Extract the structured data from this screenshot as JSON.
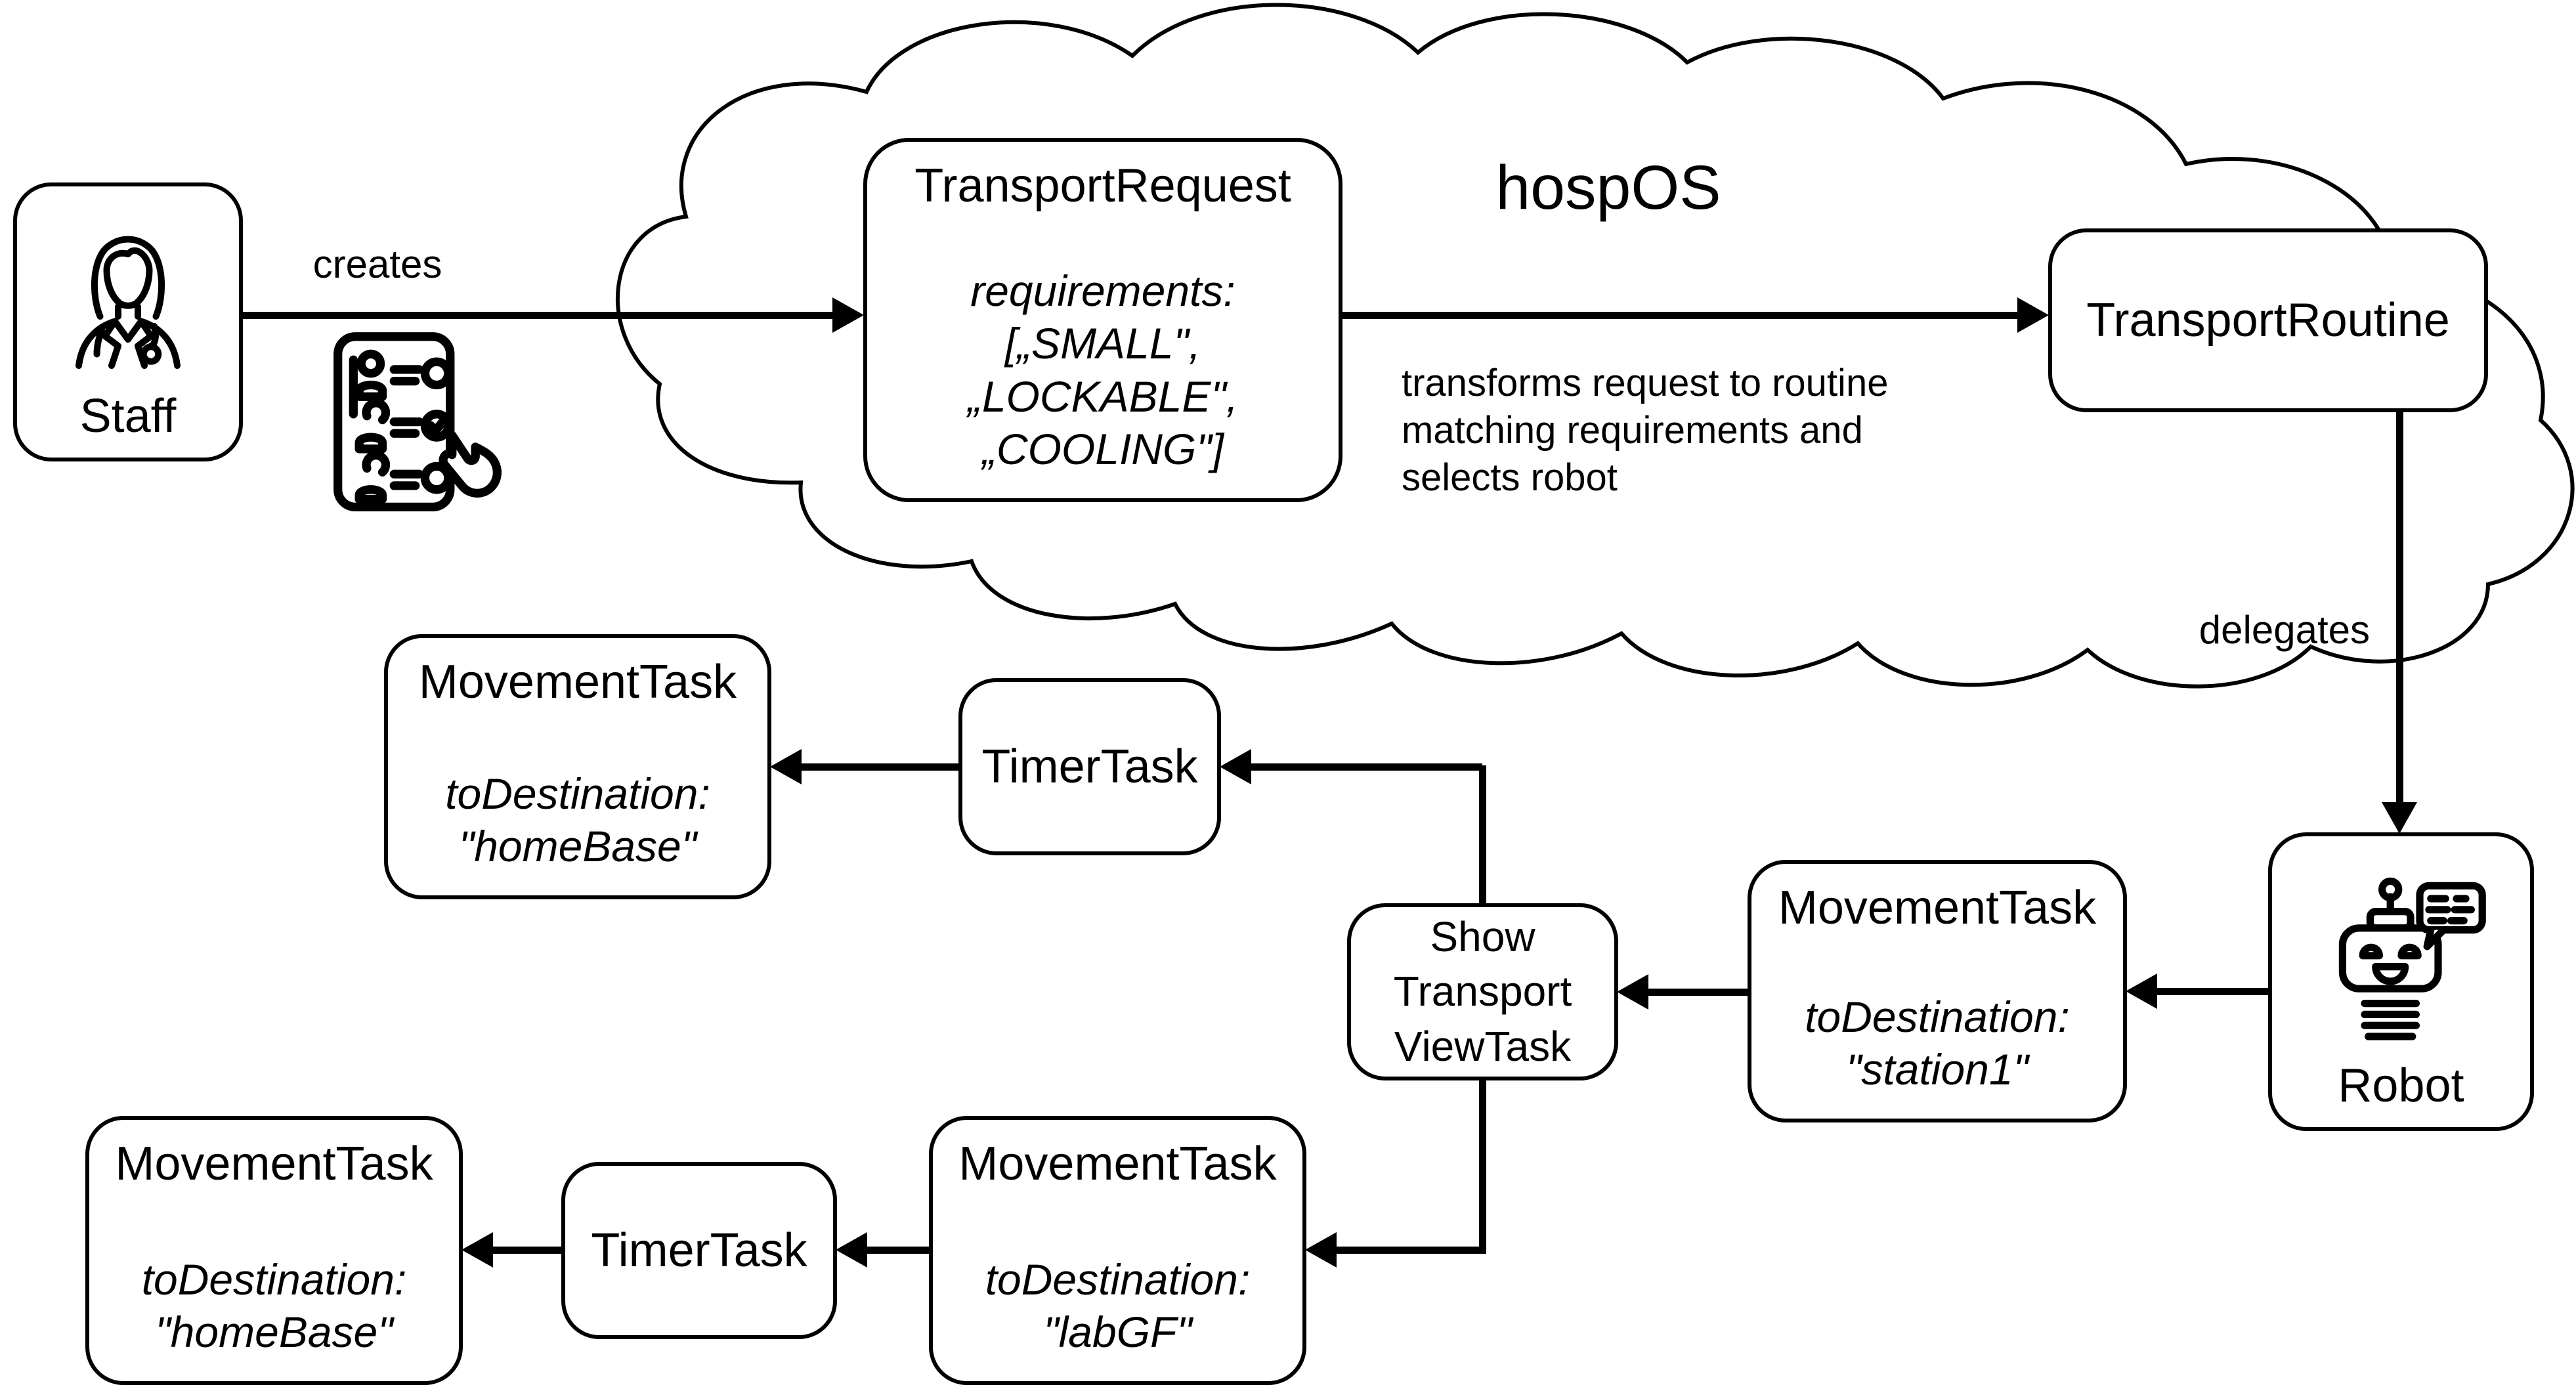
{
  "colors": {
    "ink": "#000000",
    "background": "#ffffff"
  },
  "diagram": {
    "cloud": {
      "label": "hospOS"
    },
    "nodes": {
      "staff": {
        "label": "Staff",
        "icon": "female-doctor-icon"
      },
      "transport_request": {
        "title": "TransportRequest",
        "lines": [
          "requirements:",
          "[„SMALL\",",
          "„LOCKABLE\",",
          "„COOLING\"]"
        ]
      },
      "transport_routine": {
        "title": "TransportRoutine"
      },
      "robot": {
        "label": "Robot",
        "icon": "chatbot-robot-icon"
      },
      "movement_station1": {
        "title": "MovementTask",
        "lines": [
          "toDestination:",
          "\"station1\""
        ]
      },
      "show_transport_view": {
        "lines": [
          "Show",
          "Transport",
          "ViewTask"
        ]
      },
      "timer_top": {
        "title": "TimerTask"
      },
      "movement_home_top": {
        "title": "MovementTask",
        "lines": [
          "toDestination:",
          "\"homeBase\""
        ]
      },
      "movement_labgf": {
        "title": "MovementTask",
        "lines": [
          "toDestination:",
          "\"labGF\""
        ]
      },
      "timer_bottom": {
        "title": "TimerTask"
      },
      "movement_home_bottom": {
        "title": "MovementTask",
        "lines": [
          "toDestination:",
          "\"homeBase\""
        ]
      }
    },
    "edges": {
      "creates": "creates",
      "delegates": "delegates",
      "transforms_note_lines": [
        "transforms request to routine",
        "matching requirements and",
        "selects robot"
      ],
      "creates_icon": "checklist-selection-icon"
    }
  }
}
